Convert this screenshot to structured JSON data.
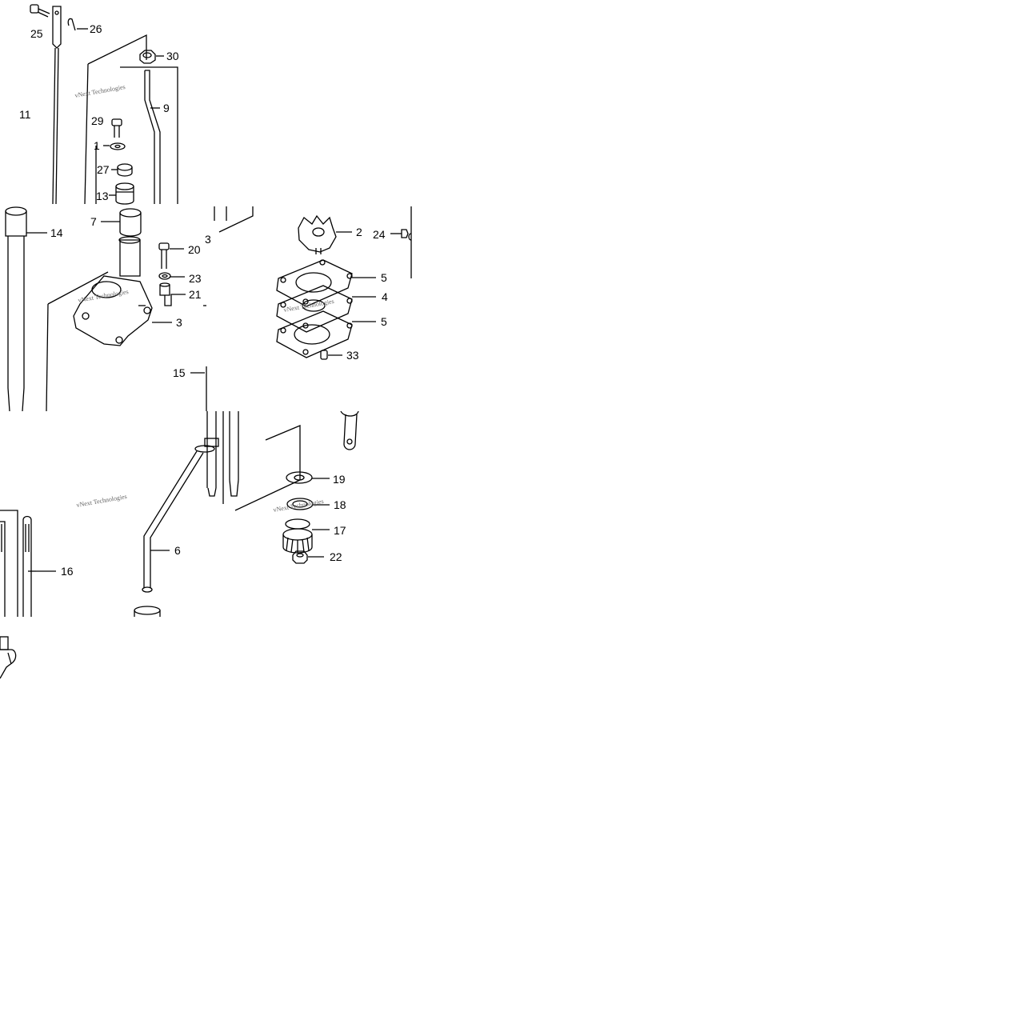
{
  "diagram": {
    "callouts": {
      "c1": "1",
      "c2": "2",
      "c3": "3",
      "c4": "4",
      "c5a": "5",
      "c5b": "5",
      "c6": "6",
      "c7": "7",
      "c9": "9",
      "c11": "11",
      "c13": "13",
      "c14": "14",
      "c15": "15",
      "c16": "16",
      "c17": "17",
      "c18": "18",
      "c19": "19",
      "c20": "20",
      "c21": "21",
      "c22": "22",
      "c23": "23",
      "c24": "24",
      "c25": "25",
      "c26": "26",
      "c27": "27",
      "c29": "29",
      "c30": "30",
      "c33": "33",
      "frag3": "3"
    },
    "watermark": "vNext Technologies"
  }
}
